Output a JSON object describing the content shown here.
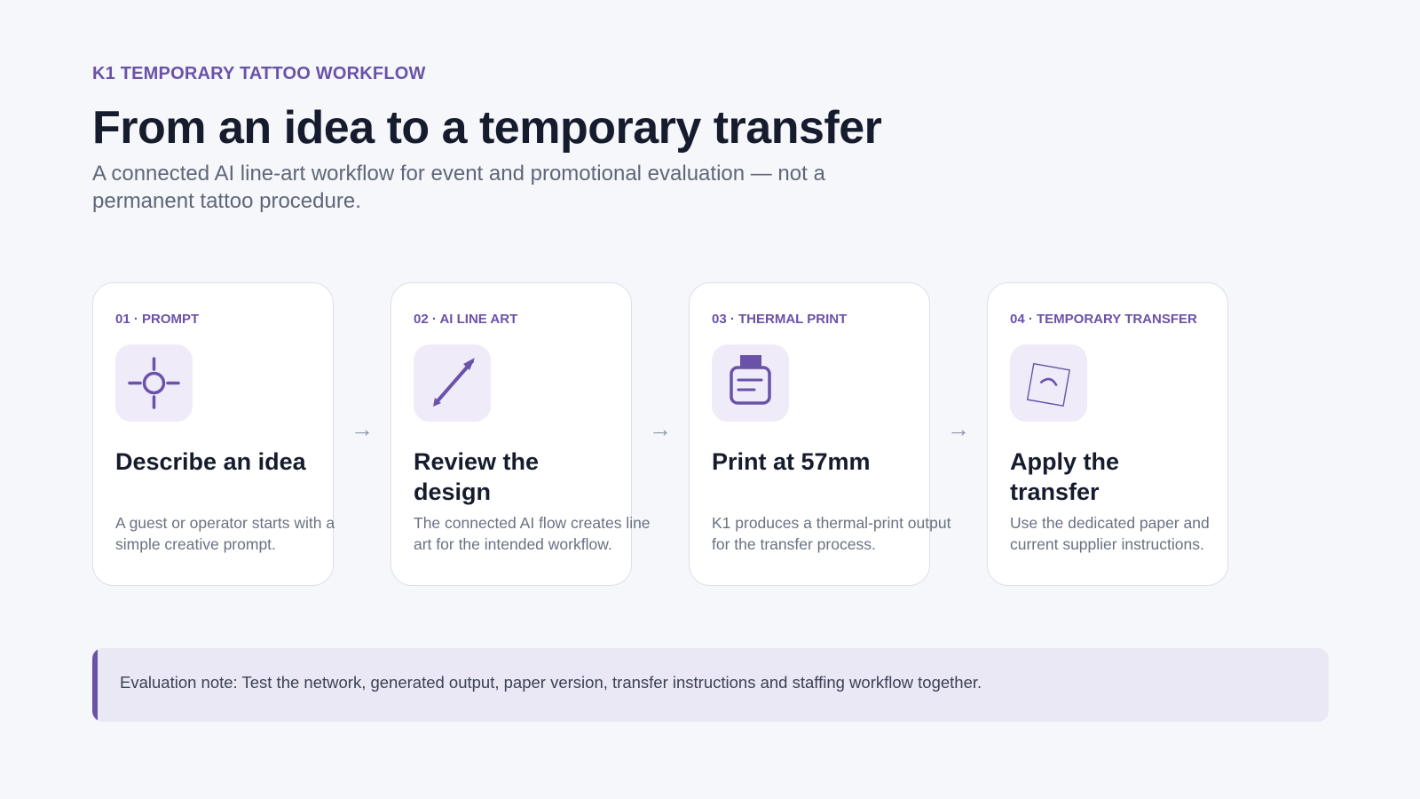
{
  "header": {
    "eyebrow": "K1 TEMPORARY TATTOO WORKFLOW",
    "title": "From an idea to a temporary transfer",
    "subtitle": "A connected AI line-art workflow for event and promotional evaluation — not a permanent tattoo procedure."
  },
  "colors": {
    "accent": "#6a52a8",
    "icon_tile": "#efebf9",
    "note_background": "#ebe8f6"
  },
  "steps": [
    {
      "label": "01 · PROMPT",
      "icon": "target-icon",
      "heading": "Describe an idea",
      "body": "A guest or operator starts with a simple creative prompt."
    },
    {
      "label": "02 · AI LINE ART",
      "icon": "pencil-icon",
      "heading": "Review the design",
      "body": "The connected AI flow creates line art for the intended workflow."
    },
    {
      "label": "03 · THERMAL PRINT",
      "icon": "printer-icon",
      "heading": "Print at 57mm",
      "body": "K1 produces a thermal-print output for the transfer process."
    },
    {
      "label": "04 · TEMPORARY TRANSFER",
      "icon": "transfer-sheet-icon",
      "heading": "Apply the transfer",
      "body": "Use the dedicated paper and current supplier instructions."
    }
  ],
  "arrows": [
    "→",
    "→",
    "→"
  ],
  "note": {
    "text": "Evaluation note: Test the network, generated output, paper version, transfer instructions and staffing workflow together."
  }
}
